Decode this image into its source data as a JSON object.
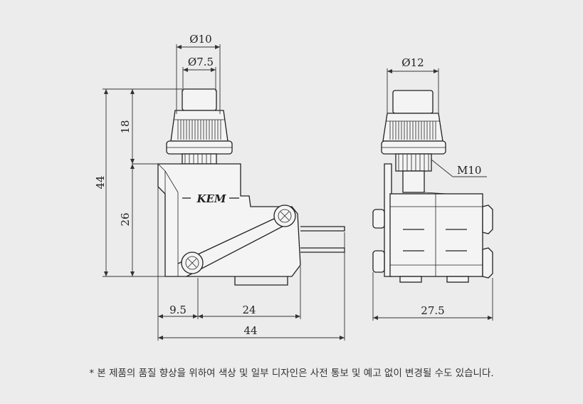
{
  "brand": "KEM",
  "left_view": {
    "dia_outer": "Ø10",
    "dia_inner": "Ø7.5",
    "height_total": "44",
    "height_top": "18",
    "height_body": "26",
    "width_a": "9.5",
    "width_b": "24",
    "width_total": "44"
  },
  "right_view": {
    "dia": "Ø12",
    "thread": "M10",
    "width": "27.5"
  },
  "footnote": "* 본 제품의 품질 향상을 위하여 색상 및 일부 디자인은 사전 통보 및 예고 없이 변경될 수도 있습니다."
}
